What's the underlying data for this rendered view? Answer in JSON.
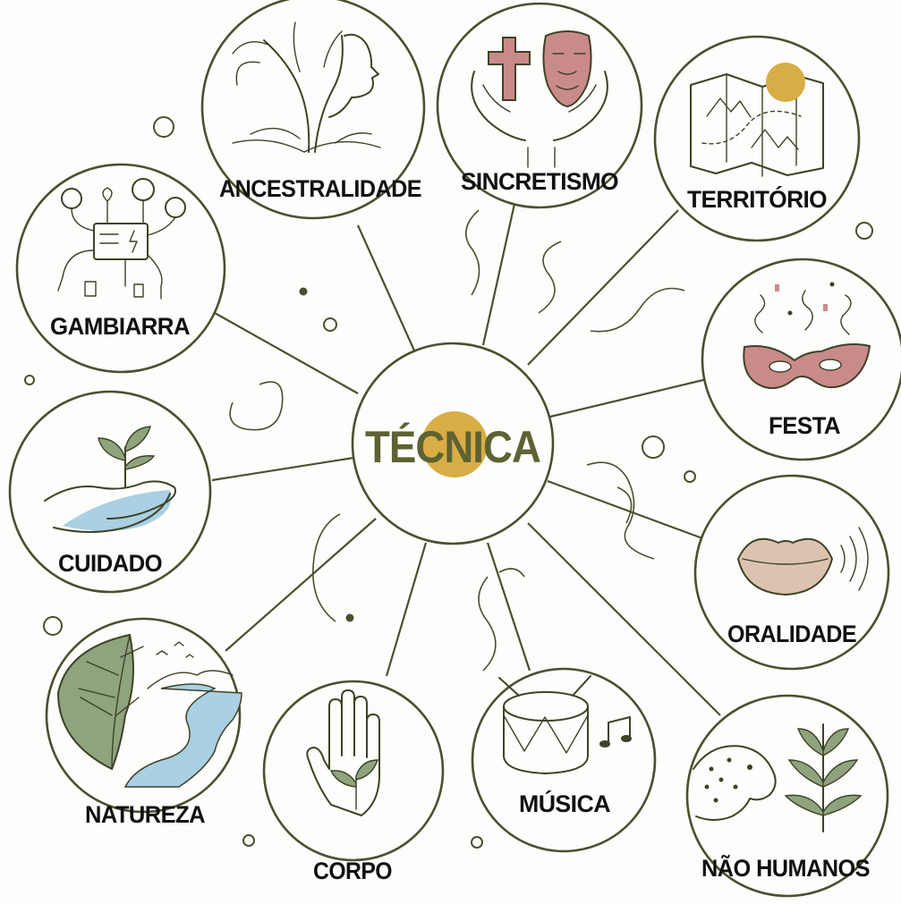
{
  "center": {
    "label": "TÉCNICA"
  },
  "colors": {
    "ink": "#4b4f30",
    "olive": "#5e6233",
    "mustard": "#d9ad45",
    "rose": "#c98a8a",
    "water": "#a9d0e3",
    "leaf": "#8ea37e",
    "lip": "#dcc3b0"
  },
  "nodes": [
    {
      "id": "ancestralidade",
      "label": "ANCESTRALIDADE",
      "icon": "tree-woman-icon"
    },
    {
      "id": "sincretismo",
      "label": "SINCRETISMO",
      "icon": "cross-mask-hands-icon"
    },
    {
      "id": "territorio",
      "label": "TERRITÓRIO",
      "icon": "map-sun-icon"
    },
    {
      "id": "festa",
      "label": "FESTA",
      "icon": "carnival-mask-icon"
    },
    {
      "id": "oralidade",
      "label": "ORALIDADE",
      "icon": "lips-sound-icon"
    },
    {
      "id": "nao-humanos",
      "label": "NÃO HUMANOS",
      "icon": "jaguar-plant-icon"
    },
    {
      "id": "musica",
      "label": "MÚSICA",
      "icon": "drum-notes-icon"
    },
    {
      "id": "corpo",
      "label": "CORPO",
      "icon": "hand-sprout-icon"
    },
    {
      "id": "natureza",
      "label": "NATUREZA",
      "icon": "leaf-river-icon"
    },
    {
      "id": "cuidado",
      "label": "CUIDADO",
      "icon": "hand-seedling-icon"
    },
    {
      "id": "gambiarra",
      "label": "GAMBIARRA",
      "icon": "bulbs-wires-icon"
    }
  ]
}
